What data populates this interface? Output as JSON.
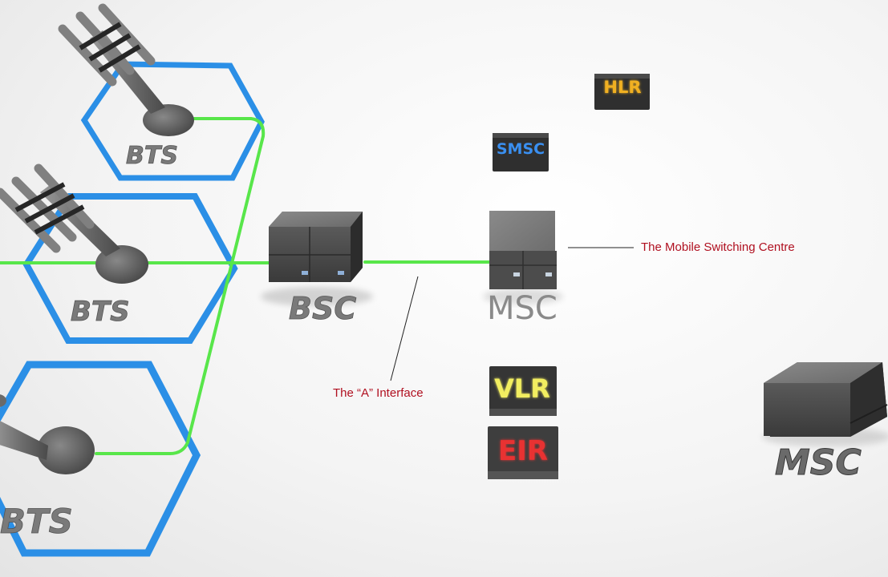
{
  "labels": {
    "bts_top": "BTS",
    "bts_middle": "BTS",
    "bts_bottom": "BTS",
    "bsc": "BSC",
    "msc_main": "MSC",
    "msc_remote": "MSC"
  },
  "databases": {
    "hlr": "HLR",
    "smsc": "SMSC",
    "vlr": "VLR",
    "eir": "EIR"
  },
  "callouts": {
    "mobile_switching_centre": "The Mobile Switching Centre",
    "a_interface": "The “A” Interface"
  },
  "colors": {
    "link_green": "#58e64a",
    "cell_blue": "#2b8fe6",
    "callout_red": "#b01020",
    "hlr_text": "#f0b020",
    "smsc_text": "#3a8ff0",
    "vlr_text": "#f2ee60",
    "eir_text": "#e83030"
  }
}
